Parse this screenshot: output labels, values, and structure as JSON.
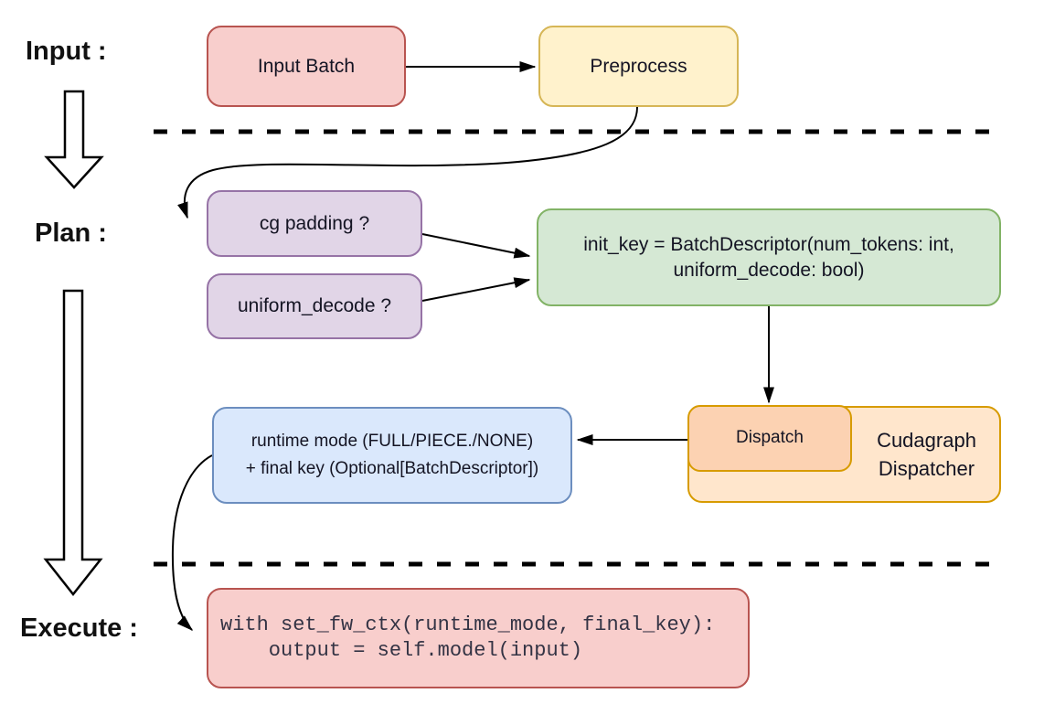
{
  "stage_labels": {
    "input": "Input :",
    "plan": "Plan :",
    "execute": "Execute :"
  },
  "nodes": {
    "input_batch": {
      "label": "Input Batch"
    },
    "preprocess": {
      "label": "Preprocess"
    },
    "cg_padding": {
      "label": "cg padding ?"
    },
    "uniform_decode": {
      "label": "uniform_decode ?"
    },
    "init_key": {
      "line1": "init_key = BatchDescriptor(num_tokens: int,",
      "line2": "uniform_decode: bool)"
    },
    "runtime_mode": {
      "line1": "runtime mode (FULL/PIECE./NONE)",
      "line2": "+ final key (Optional[BatchDescriptor])"
    },
    "dispatch": {
      "label": "Dispatch"
    },
    "cudagraph_dispatcher": {
      "line1": "Cudagraph",
      "line2": "Dispatcher"
    },
    "execute_code": {
      "line1": "with set_fw_ctx(runtime_mode, final_key):",
      "line2": "    output = self.model(input)"
    }
  },
  "palette": {
    "red_fill": "#f8cecc",
    "red_stroke": "#b85450",
    "yellow_fill": "#fff2cc",
    "yellow_stroke": "#d6b656",
    "purple_fill": "#e1d5e7",
    "purple_stroke": "#9673a6",
    "green_fill": "#d5e8d4",
    "green_stroke": "#82b366",
    "blue_fill": "#dae8fc",
    "blue_stroke": "#6c8ebf",
    "orange_fill": "#ffe6cc",
    "orange_stroke": "#d79b00",
    "dispatch_fill": "#fcd2b2",
    "edge_color": "#000000",
    "text_color": "#141423"
  }
}
